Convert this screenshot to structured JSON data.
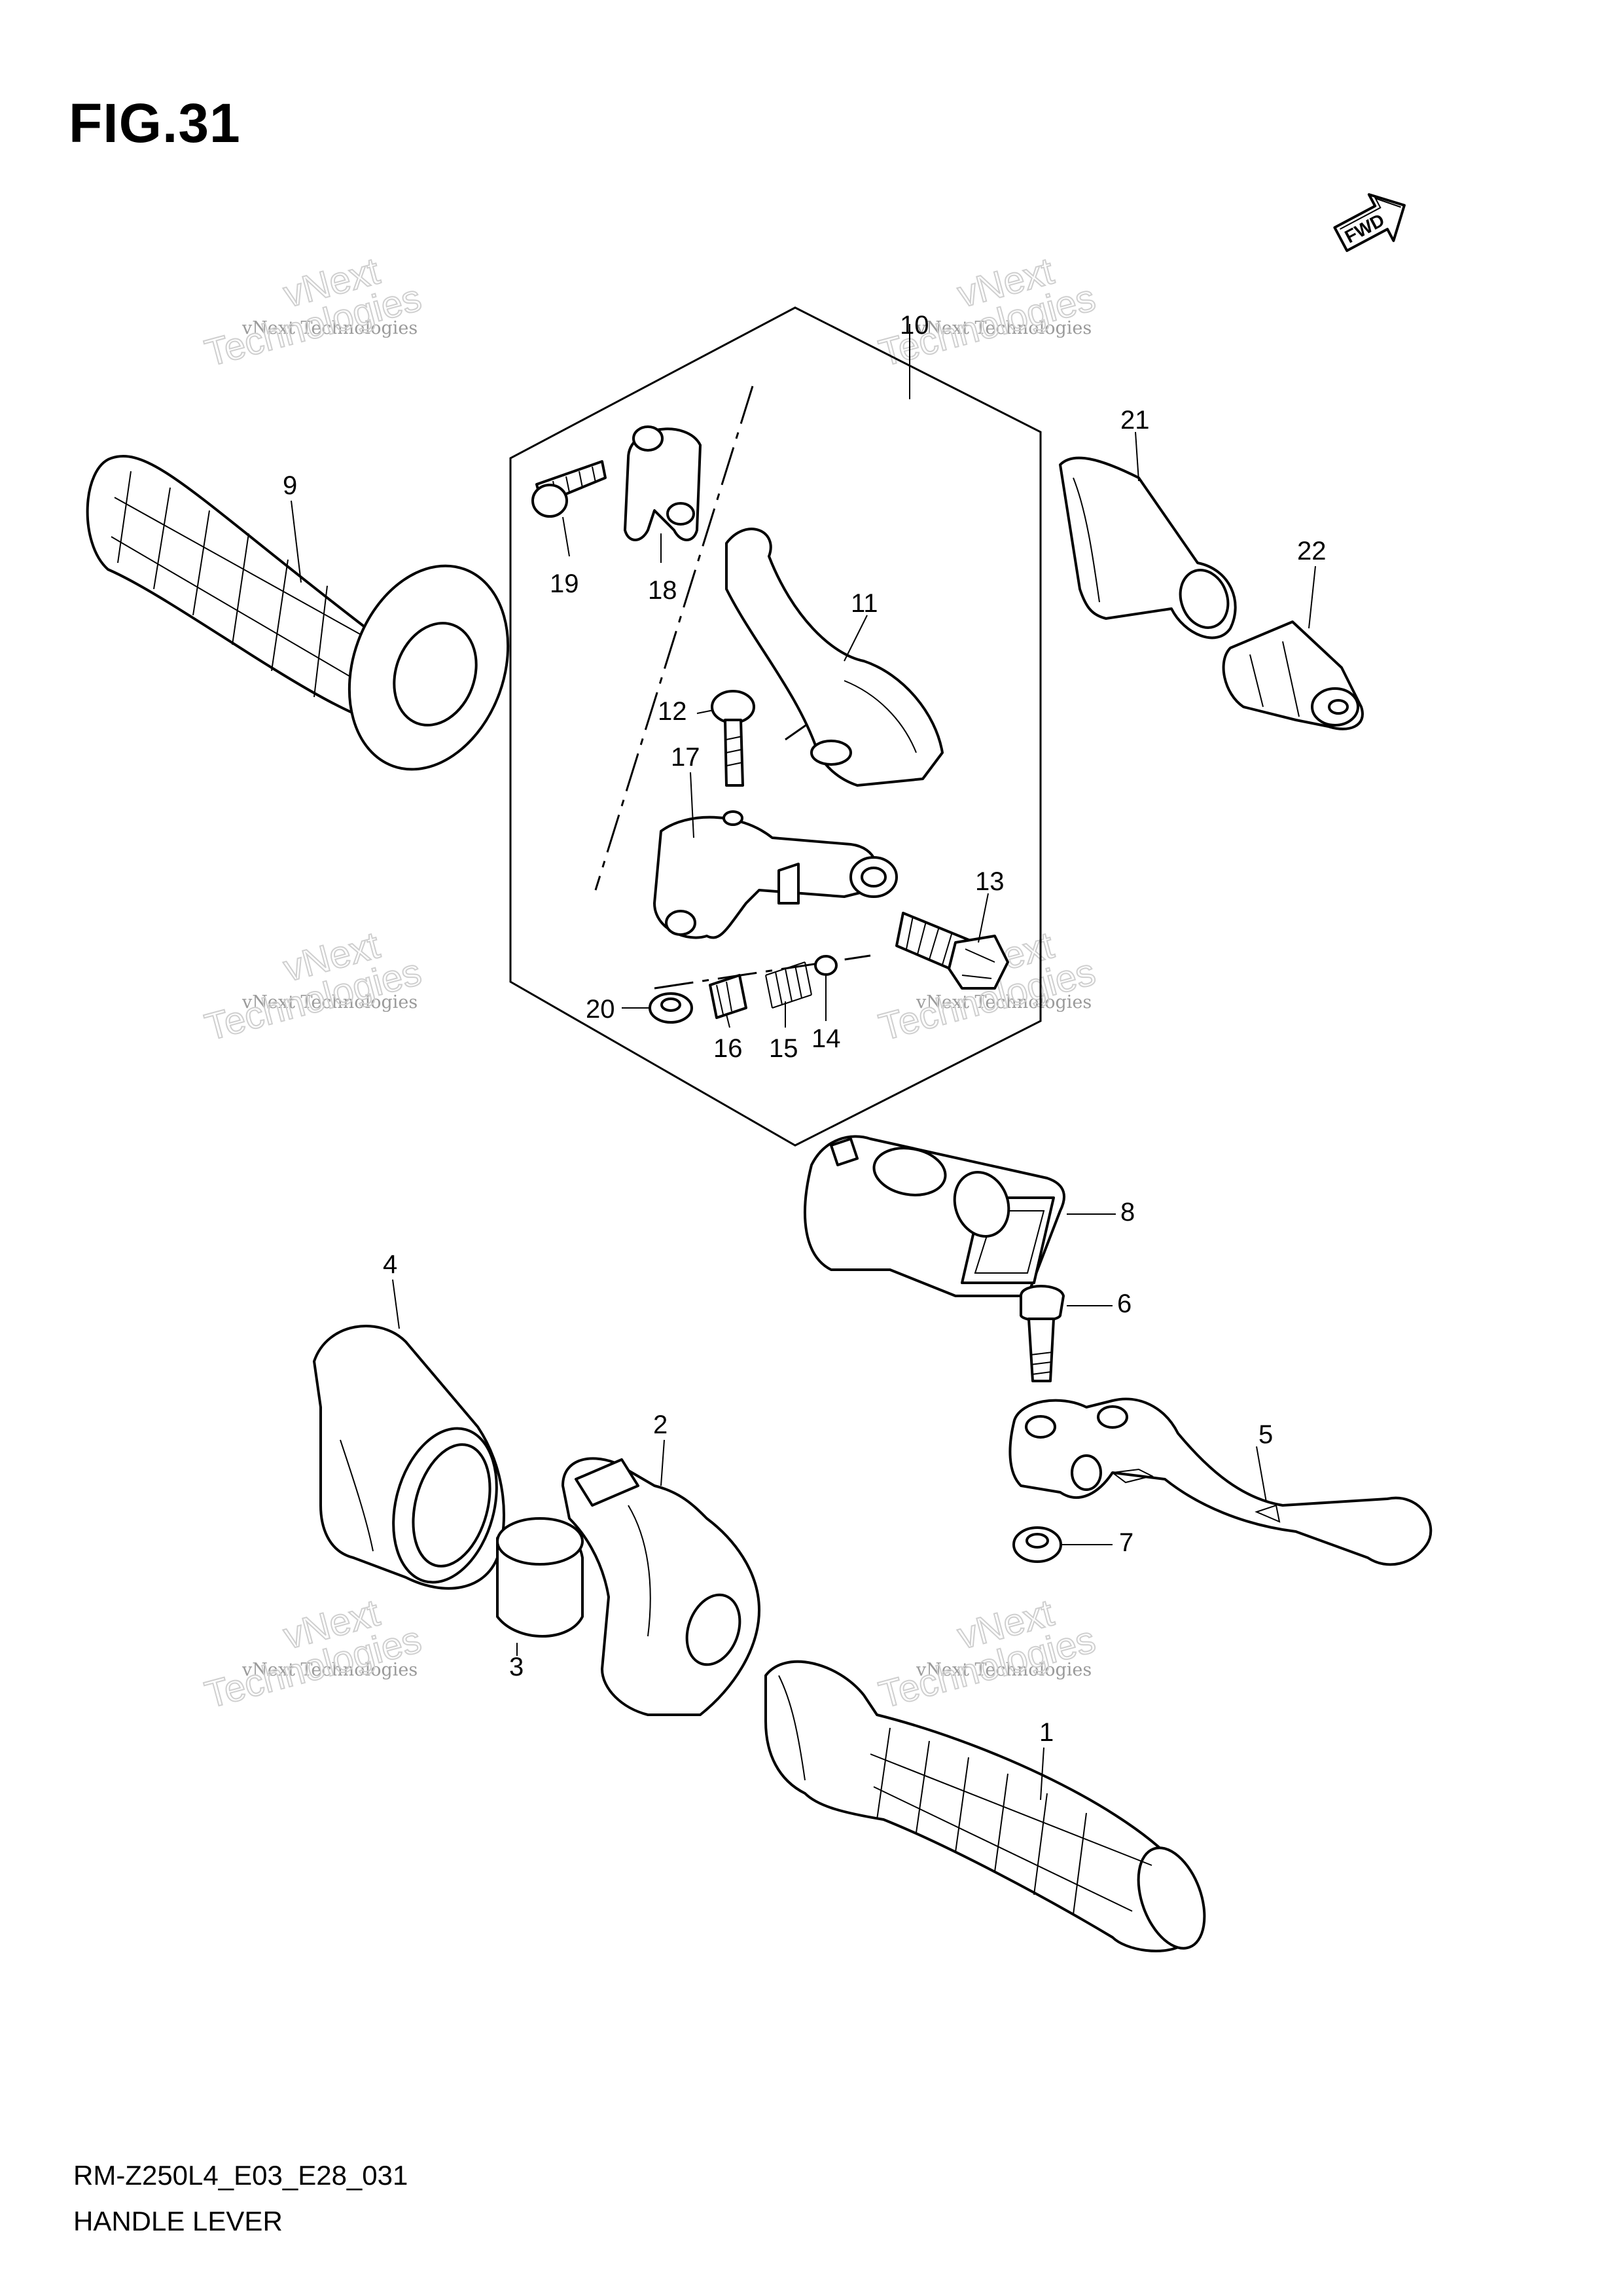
{
  "figure": {
    "title": "FIG.31",
    "model_code": "RM-Z250L4_E03_E28_031",
    "caption": "HANDLE LEVER",
    "direction_label": "FWD"
  },
  "watermark": {
    "line1": "vNext Technologies",
    "line2": "vNext",
    "line3": "Technologies"
  },
  "callouts": [
    "1",
    "2",
    "3",
    "4",
    "5",
    "6",
    "7",
    "8",
    "9",
    "10",
    "11",
    "12",
    "13",
    "14",
    "15",
    "16",
    "17",
    "18",
    "19",
    "20",
    "21",
    "22"
  ],
  "colors": {
    "ink": "#000000",
    "watermark": "#9a9a9a",
    "background": "#ffffff"
  }
}
